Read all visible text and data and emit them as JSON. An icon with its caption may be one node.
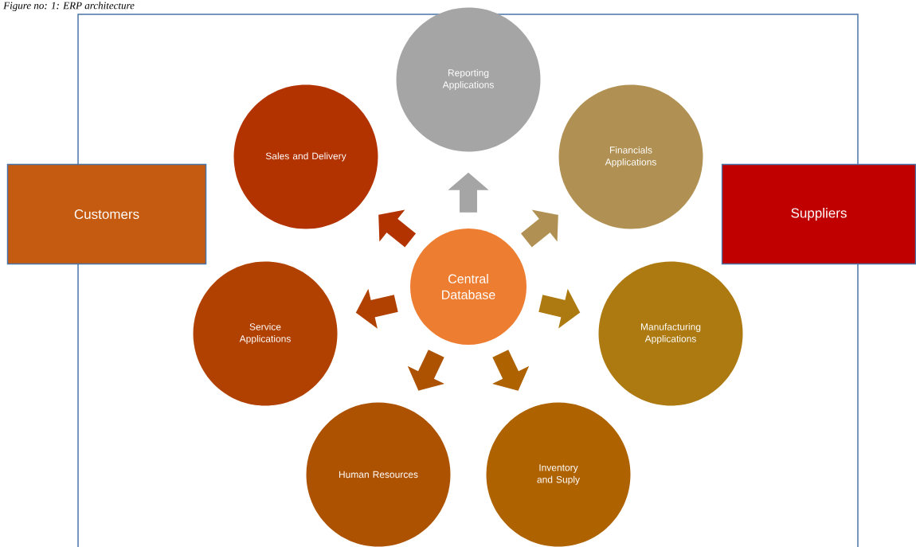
{
  "diagram": {
    "title": "Figure no: 1: ERP architecture",
    "nodes": [
      {
        "text": [
          "Central Database"
        ]
      },
      {
        "text": [
          "Reporting Applications"
        ]
      },
      {
        "text": [
          "Financials Applications"
        ]
      },
      {
        "text": [
          "Manufacturing Applications"
        ]
      },
      {
        "text": [
          "Inventory and Suply"
        ]
      },
      {
        "text": [
          "Human Resources"
        ]
      },
      {
        "text": [
          "Service Applications"
        ]
      },
      {
        "text": [
          "Sales and Delivery"
        ]
      },
      {
        "text": [
          "Customers"
        ]
      },
      {
        "text": [
          "Suppliers"
        ]
      }
    ],
    "edges": [
      {
        "from": 0,
        "to": 1,
        "arrow": "to",
        "color": "#a5a5a5"
      },
      {
        "from": 0,
        "to": 2,
        "arrow": "to",
        "color": "#b19153"
      },
      {
        "from": 0,
        "to": 3,
        "arrow": "to",
        "color": "#ad7a11"
      },
      {
        "from": 0,
        "to": 4,
        "arrow": "to",
        "color": "#ae6300"
      },
      {
        "from": 0,
        "to": 5,
        "arrow": "to",
        "color": "#ad5200"
      },
      {
        "from": 0,
        "to": 6,
        "arrow": "to",
        "color": "#b14100"
      },
      {
        "from": 0,
        "to": 7,
        "arrow": "to",
        "color": "#b23300"
      }
    ]
  }
}
